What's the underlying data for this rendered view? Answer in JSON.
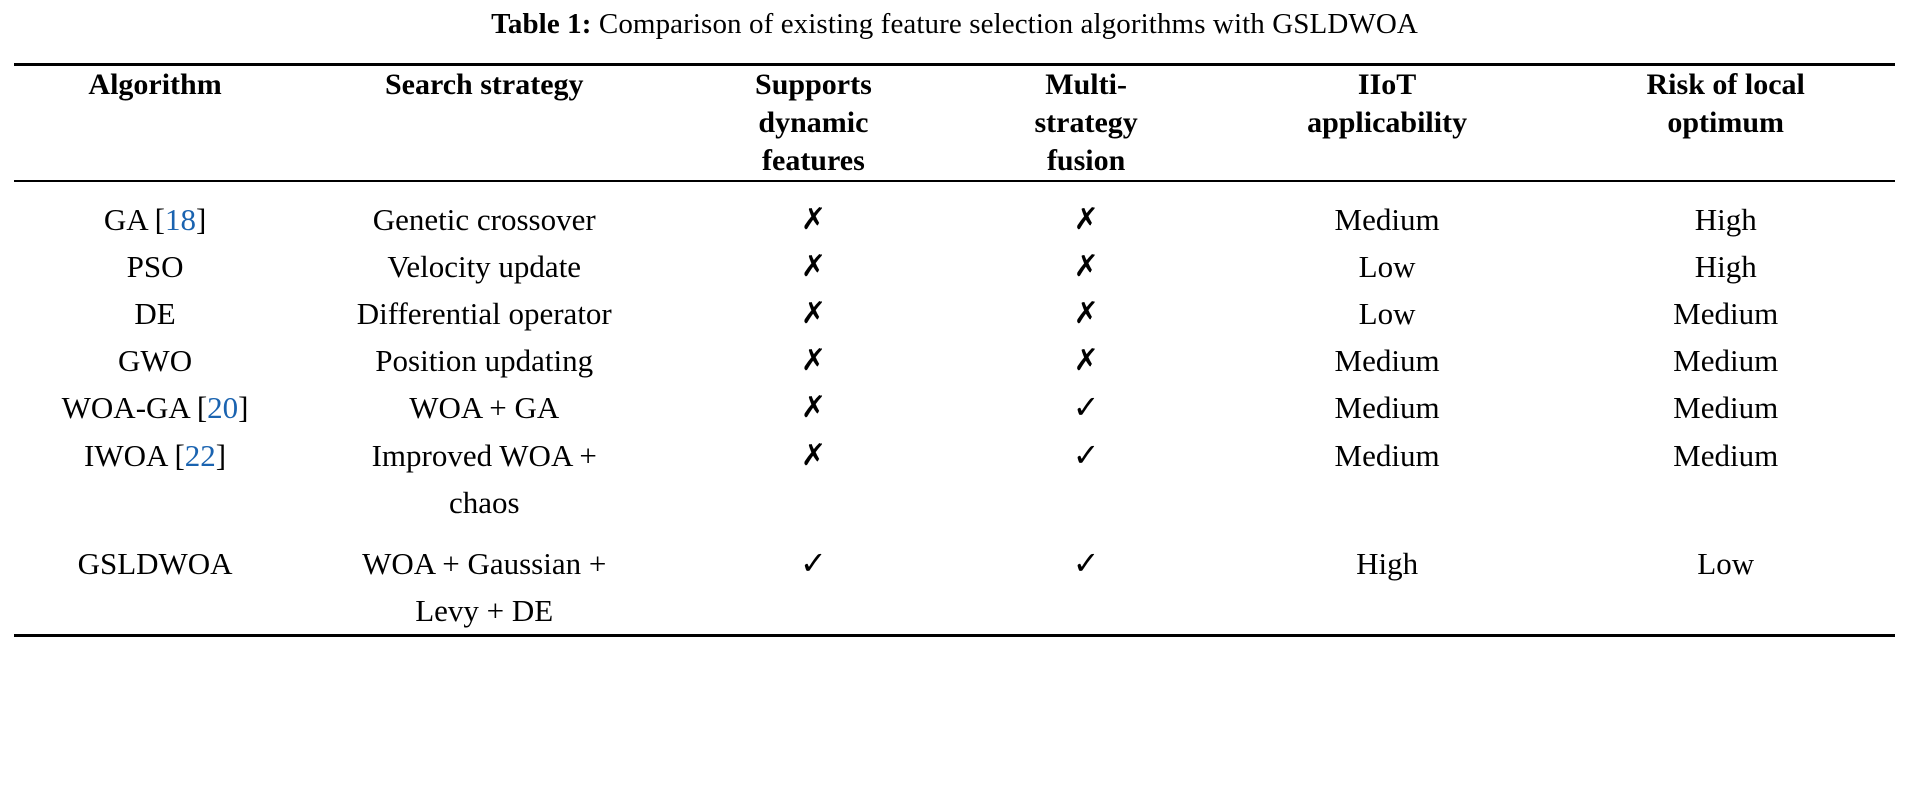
{
  "caption": {
    "label": "Table 1:",
    "text": "Comparison of existing feature selection algorithms with GSLDWOA"
  },
  "colors": {
    "citation_blue": "#1a63b0",
    "text": "#000000",
    "rule": "#000000",
    "background": "#ffffff"
  },
  "glyphs": {
    "yes": "✓",
    "no": "✗"
  },
  "table": {
    "columns": [
      {
        "key": "algorithm",
        "label_lines": [
          "Algorithm"
        ]
      },
      {
        "key": "search_strategy",
        "label_lines": [
          "Search strategy"
        ]
      },
      {
        "key": "supports_dynamic_features",
        "label_lines": [
          "Supports",
          "dynamic",
          "features"
        ]
      },
      {
        "key": "multi_strategy_fusion",
        "label_lines": [
          "Multi-",
          "strategy",
          "fusion"
        ]
      },
      {
        "key": "iiot_applicability",
        "label_lines": [
          "IIoT",
          "applicability"
        ]
      },
      {
        "key": "risk_of_local_optimum",
        "label_lines": [
          "Risk of local",
          "optimum"
        ]
      }
    ],
    "rows": [
      {
        "algorithm": "GA",
        "algorithm_citation": "18",
        "search_strategy": "Genetic crossover",
        "search_strategy_line2": "",
        "supports_dynamic_features": "✗",
        "multi_strategy_fusion": "✗",
        "iiot_applicability": "Medium",
        "risk_of_local_optimum": "High"
      },
      {
        "algorithm": "PSO",
        "algorithm_citation": "",
        "search_strategy": "Velocity update",
        "search_strategy_line2": "",
        "supports_dynamic_features": "✗",
        "multi_strategy_fusion": "✗",
        "iiot_applicability": "Low",
        "risk_of_local_optimum": "High"
      },
      {
        "algorithm": "DE",
        "algorithm_citation": "",
        "search_strategy": "Differential operator",
        "search_strategy_line2": "",
        "supports_dynamic_features": "✗",
        "multi_strategy_fusion": "✗",
        "iiot_applicability": "Low",
        "risk_of_local_optimum": "Medium"
      },
      {
        "algorithm": "GWO",
        "algorithm_citation": "",
        "search_strategy": "Position updating",
        "search_strategy_line2": "",
        "supports_dynamic_features": "✗",
        "multi_strategy_fusion": "✗",
        "iiot_applicability": "Medium",
        "risk_of_local_optimum": "Medium"
      },
      {
        "algorithm": "WOA-GA",
        "algorithm_citation": "20",
        "search_strategy": "WOA + GA",
        "search_strategy_line2": "",
        "supports_dynamic_features": "✗",
        "multi_strategy_fusion": "✓",
        "iiot_applicability": "Medium",
        "risk_of_local_optimum": "Medium"
      },
      {
        "algorithm": "IWOA",
        "algorithm_citation": "22",
        "search_strategy": "Improved WOA +",
        "search_strategy_line2": "chaos",
        "supports_dynamic_features": "✗",
        "multi_strategy_fusion": "✓",
        "iiot_applicability": "Medium",
        "risk_of_local_optimum": "Medium"
      },
      {
        "algorithm": "GSLDWOA",
        "algorithm_citation": "",
        "search_strategy": "WOA + Gaussian +",
        "search_strategy_line2": "Levy + DE",
        "supports_dynamic_features": "✓",
        "multi_strategy_fusion": "✓",
        "iiot_applicability": "High",
        "risk_of_local_optimum": "Low"
      }
    ]
  }
}
